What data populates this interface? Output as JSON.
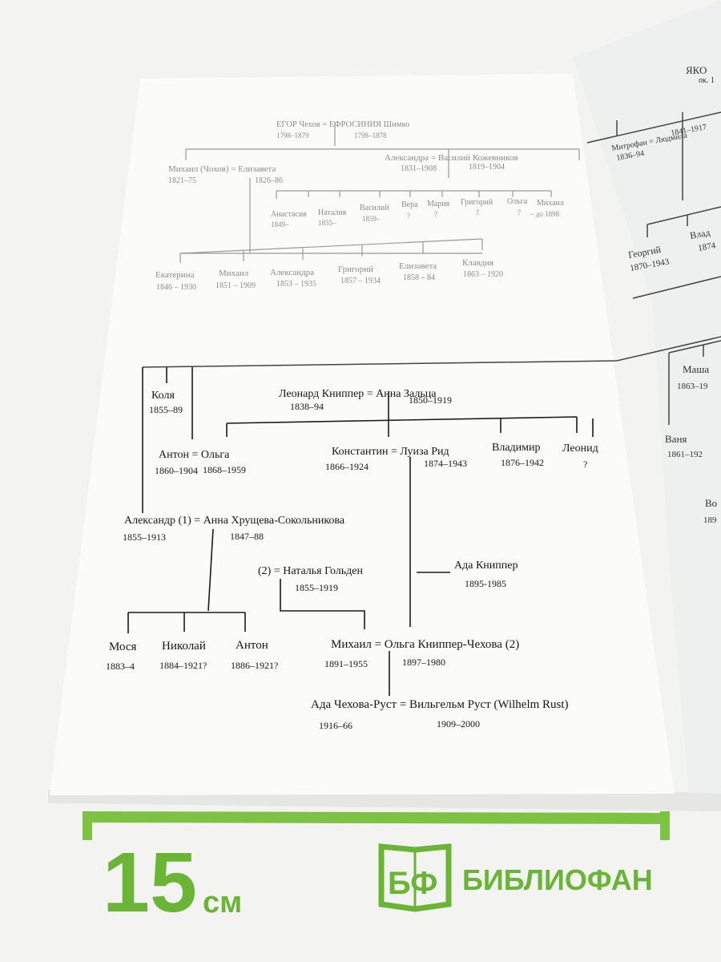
{
  "top_tree": {
    "rows": [
      {
        "name": "ЕГОР Чехов = ЕФРОСИНИЯ Шимко",
        "years": [
          "1798–1879",
          "1798–1878"
        ]
      },
      {
        "name": "Михаил (Чохов) = Елизавета",
        "years": [
          "1821–75",
          "1826–86"
        ]
      },
      {
        "name": "Александра = Василий Кожевников",
        "years": [
          "1831–1908",
          "1819–1904"
        ]
      }
    ],
    "kozhevnikov_children": [
      {
        "name": "Анастасия",
        "years": "1849–"
      },
      {
        "name": "Наталия",
        "years": "1855–"
      },
      {
        "name": "Василий",
        "years": "1859–"
      },
      {
        "name": "Вера",
        "years": "?"
      },
      {
        "name": "Мария",
        "years": "?"
      },
      {
        "name": "Григорий",
        "years": "?"
      },
      {
        "name": "Ольга",
        "years": "?"
      },
      {
        "name": "Михаил",
        "years": "– до 1898"
      }
    ],
    "mikhail_children": [
      {
        "name": "Екатерина",
        "years": "1846 – 1930"
      },
      {
        "name": "Михаил",
        "years": "1851 – 1909"
      },
      {
        "name": "Александра",
        "years": "1853 – 1935"
      },
      {
        "name": "Григорий",
        "years": "1857 – 1934"
      },
      {
        "name": "Елизавета",
        "years": "1858 – 84"
      },
      {
        "name": "Клавдия",
        "years": "1863 – 1920"
      }
    ]
  },
  "bottom_tree": {
    "kolya": {
      "name": "Коля",
      "years": "1855–89"
    },
    "knipper_parents": {
      "name": "Леонард Книппер = Анна Зальца",
      "years": [
        "1838–94",
        "1850–1919"
      ]
    },
    "anton": {
      "name": "Антон = Ольга",
      "years": [
        "1860–1904",
        "1868–1959"
      ]
    },
    "konstantin": {
      "name": "Константин = Луиза Рид",
      "years": [
        "1866–1924",
        "1874–1943"
      ]
    },
    "vladimir": {
      "name": "Владимир",
      "years": "1876–1942"
    },
    "leonid": {
      "name": "Леонид",
      "years": "?"
    },
    "alexander": {
      "name": "Александр (1) = Анна Хрущева-Сокольникова",
      "years": [
        "1855–1913",
        "1847–88"
      ]
    },
    "second_wife": {
      "name": "(2) = Наталья Гольден",
      "years": "1855–1919"
    },
    "ada_knipper": {
      "name": "Ада Книппер",
      "years": "1895-1985"
    },
    "children": [
      {
        "name": "Мося",
        "years": "1883–4"
      },
      {
        "name": "Николай",
        "years": "1884–1921?"
      },
      {
        "name": "Антон",
        "years": "1886–1921?"
      }
    ],
    "mikhail": {
      "name": "Михаил = Ольга Книппер-Чехова (2)",
      "years": [
        "1891–1955",
        "1897–1980"
      ]
    },
    "ada_rust": {
      "name": "Ада Чехова-Руст = Вильгельм Руст (Wilhelm Rust)",
      "years": [
        "1916–66",
        "1909–2000"
      ]
    }
  },
  "right_page": {
    "header": [
      "ЯКО",
      "ок. 1"
    ],
    "mitrofan": {
      "name": "Митрофан = Людмила",
      "years": [
        "1836–94",
        "1841–1917"
      ]
    },
    "georgiy": {
      "name": "Георгий",
      "years": "1870–1943"
    },
    "vlad": {
      "name": "Влад",
      "years": "1874"
    },
    "masha": {
      "name": "Маша",
      "years": "1863–19"
    },
    "vanya": {
      "name": "Ваня",
      "years": "1861–192"
    },
    "vo": {
      "name": "Во",
      "years": "189"
    }
  },
  "ruler": {
    "value": "15",
    "unit": "см"
  },
  "brand": {
    "logo": "БФ",
    "name": "БИБЛИОФАН"
  },
  "colors": {
    "brand_green": "#6ab536",
    "page": "#fbfbfa",
    "ink": "#161616"
  }
}
